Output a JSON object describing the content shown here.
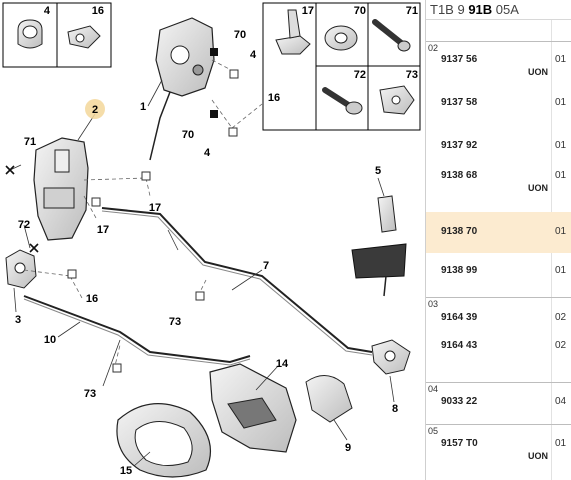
{
  "header": {
    "prefix": "T1B 9",
    "bold": "91B",
    "suffix": "05A"
  },
  "callouts": {
    "c1": "1",
    "c2": "2",
    "c3": "3",
    "c4a": "4",
    "c4b": "4",
    "c5": "5",
    "c7": "7",
    "c8": "8",
    "c9": "9",
    "c10": "10",
    "c14": "14",
    "c15": "15",
    "c16a": "16",
    "c16b": "16",
    "c17a": "17",
    "c17b": "17",
    "c70a": "70",
    "c70b": "70",
    "c71": "71",
    "c72": "72",
    "c73a": "73",
    "c73b": "73"
  },
  "insets": {
    "left": {
      "a": "4",
      "b": "16"
    },
    "right": {
      "a": "17",
      "b": "70",
      "c": "71",
      "d": "72",
      "e": "73"
    }
  },
  "groups": [
    {
      "num": "02",
      "parts": [
        {
          "ref": "9137 56",
          "qty": "01",
          "note": "UON"
        },
        {
          "ref": "9137 58",
          "qty": "01",
          "note": ""
        },
        {
          "ref": "9137 92",
          "qty": "01",
          "note": ""
        },
        {
          "ref": "9138 68",
          "qty": "01",
          "note": "UON"
        },
        {
          "ref": "9138 70",
          "qty": "01",
          "note": "",
          "highlight": true
        },
        {
          "ref": "9138 99",
          "qty": "01",
          "note": ""
        }
      ]
    },
    {
      "num": "03",
      "parts": [
        {
          "ref": "9164 39",
          "qty": "02",
          "note": ""
        },
        {
          "ref": "9164 43",
          "qty": "02",
          "note": ""
        }
      ]
    },
    {
      "num": "04",
      "parts": [
        {
          "ref": "9033 22",
          "qty": "04",
          "note": ""
        }
      ]
    },
    {
      "num": "05",
      "parts": [
        {
          "ref": "9157 T0",
          "qty": "01",
          "note": "UON"
        }
      ]
    }
  ]
}
